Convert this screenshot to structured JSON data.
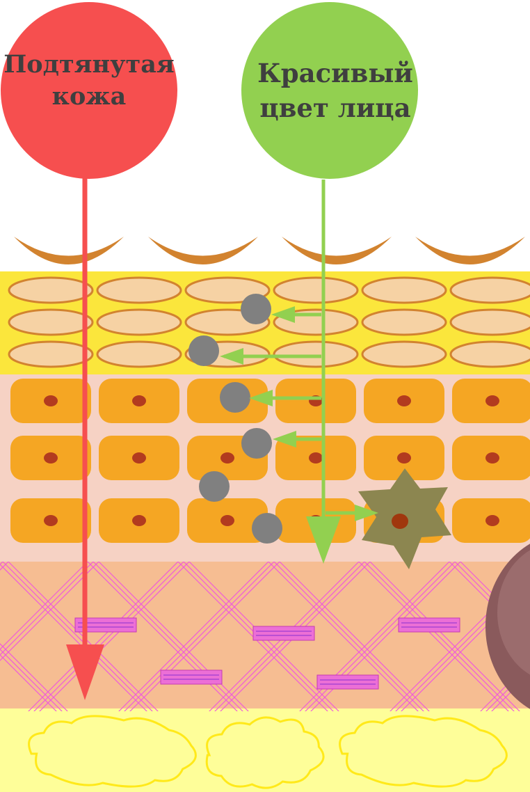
{
  "labels": {
    "tight_skin_line1": "Подтянутая",
    "tight_skin_line2": "кожа",
    "complexion_line1": "Красивый",
    "complexion_line2": "цвет лица"
  },
  "colors": {
    "red": "#f64f4f",
    "green": "#92d050",
    "stratum_yellow": "#fbe63c",
    "keratinocyte": "#f5a623",
    "nucleus": "#b23b1f",
    "dermis": "#f6bd92",
    "collagen": "#ef5bd9",
    "hypodermis": "#fefe99",
    "fat_outline": "#ffe91a",
    "pigment": "#808080",
    "melanocyte": "#8c8650"
  },
  "icons": [
    "arrow-icon",
    "melanocyte-icon",
    "pigment-dot-icon",
    "fat-cell-icon"
  ]
}
